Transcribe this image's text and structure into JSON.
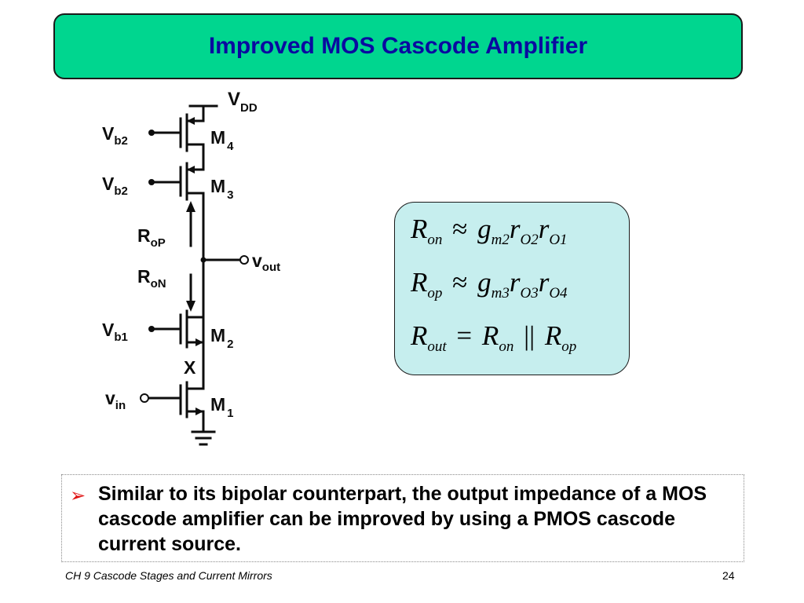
{
  "title": "Improved MOS Cascode Amplifier",
  "circuit": {
    "vdd": {
      "main": "V",
      "sub": "DD"
    },
    "m4": {
      "main": "M",
      "sub": "4"
    },
    "m3": {
      "main": "M",
      "sub": "3"
    },
    "m2": {
      "main": "M",
      "sub": "2"
    },
    "m1": {
      "main": "M",
      "sub": "1"
    },
    "vb2_top": {
      "main": "V",
      "sub": "b2"
    },
    "vb2_mid": {
      "main": "V",
      "sub": "b2"
    },
    "vb1": {
      "main": "V",
      "sub": "b1"
    },
    "vin": {
      "main": "v",
      "sub": "in"
    },
    "vout": {
      "main": "v",
      "sub": "out"
    },
    "rop": {
      "main": "R",
      "sub": "oP"
    },
    "ron": {
      "main": "R",
      "sub": "oN"
    },
    "x": "X"
  },
  "equations": {
    "eq1": {
      "lhs": "R",
      "lhs_sub": "on",
      "op": "≈",
      "t1": "g",
      "t1_sub": "m2",
      "t2": "r",
      "t2_sub": "O2",
      "t3": "r",
      "t3_sub": "O1"
    },
    "eq2": {
      "lhs": "R",
      "lhs_sub": "op",
      "op": "≈",
      "t1": "g",
      "t1_sub": "m3",
      "t2": "r",
      "t2_sub": "O3",
      "t3": "r",
      "t3_sub": "O4"
    },
    "eq3": {
      "lhs": "R",
      "lhs_sub": "out",
      "op": "=",
      "t1": "R",
      "t1_sub": "on",
      "par": "||",
      "t2": "R",
      "t2_sub": "op"
    }
  },
  "bullet": {
    "marker": "➢",
    "text": "Similar to its bipolar counterpart, the output impedance of a MOS cascode amplifier can be improved by using a PMOS cascode current source."
  },
  "footer": {
    "left": "CH 9  Cascode Stages and Current Mirrors",
    "page": "24"
  },
  "colors": {
    "title_bg": "#00d68f",
    "title_text": "#0a0aa0",
    "equation_bg": "#c6eeee",
    "bullet_marker": "#e01010"
  }
}
